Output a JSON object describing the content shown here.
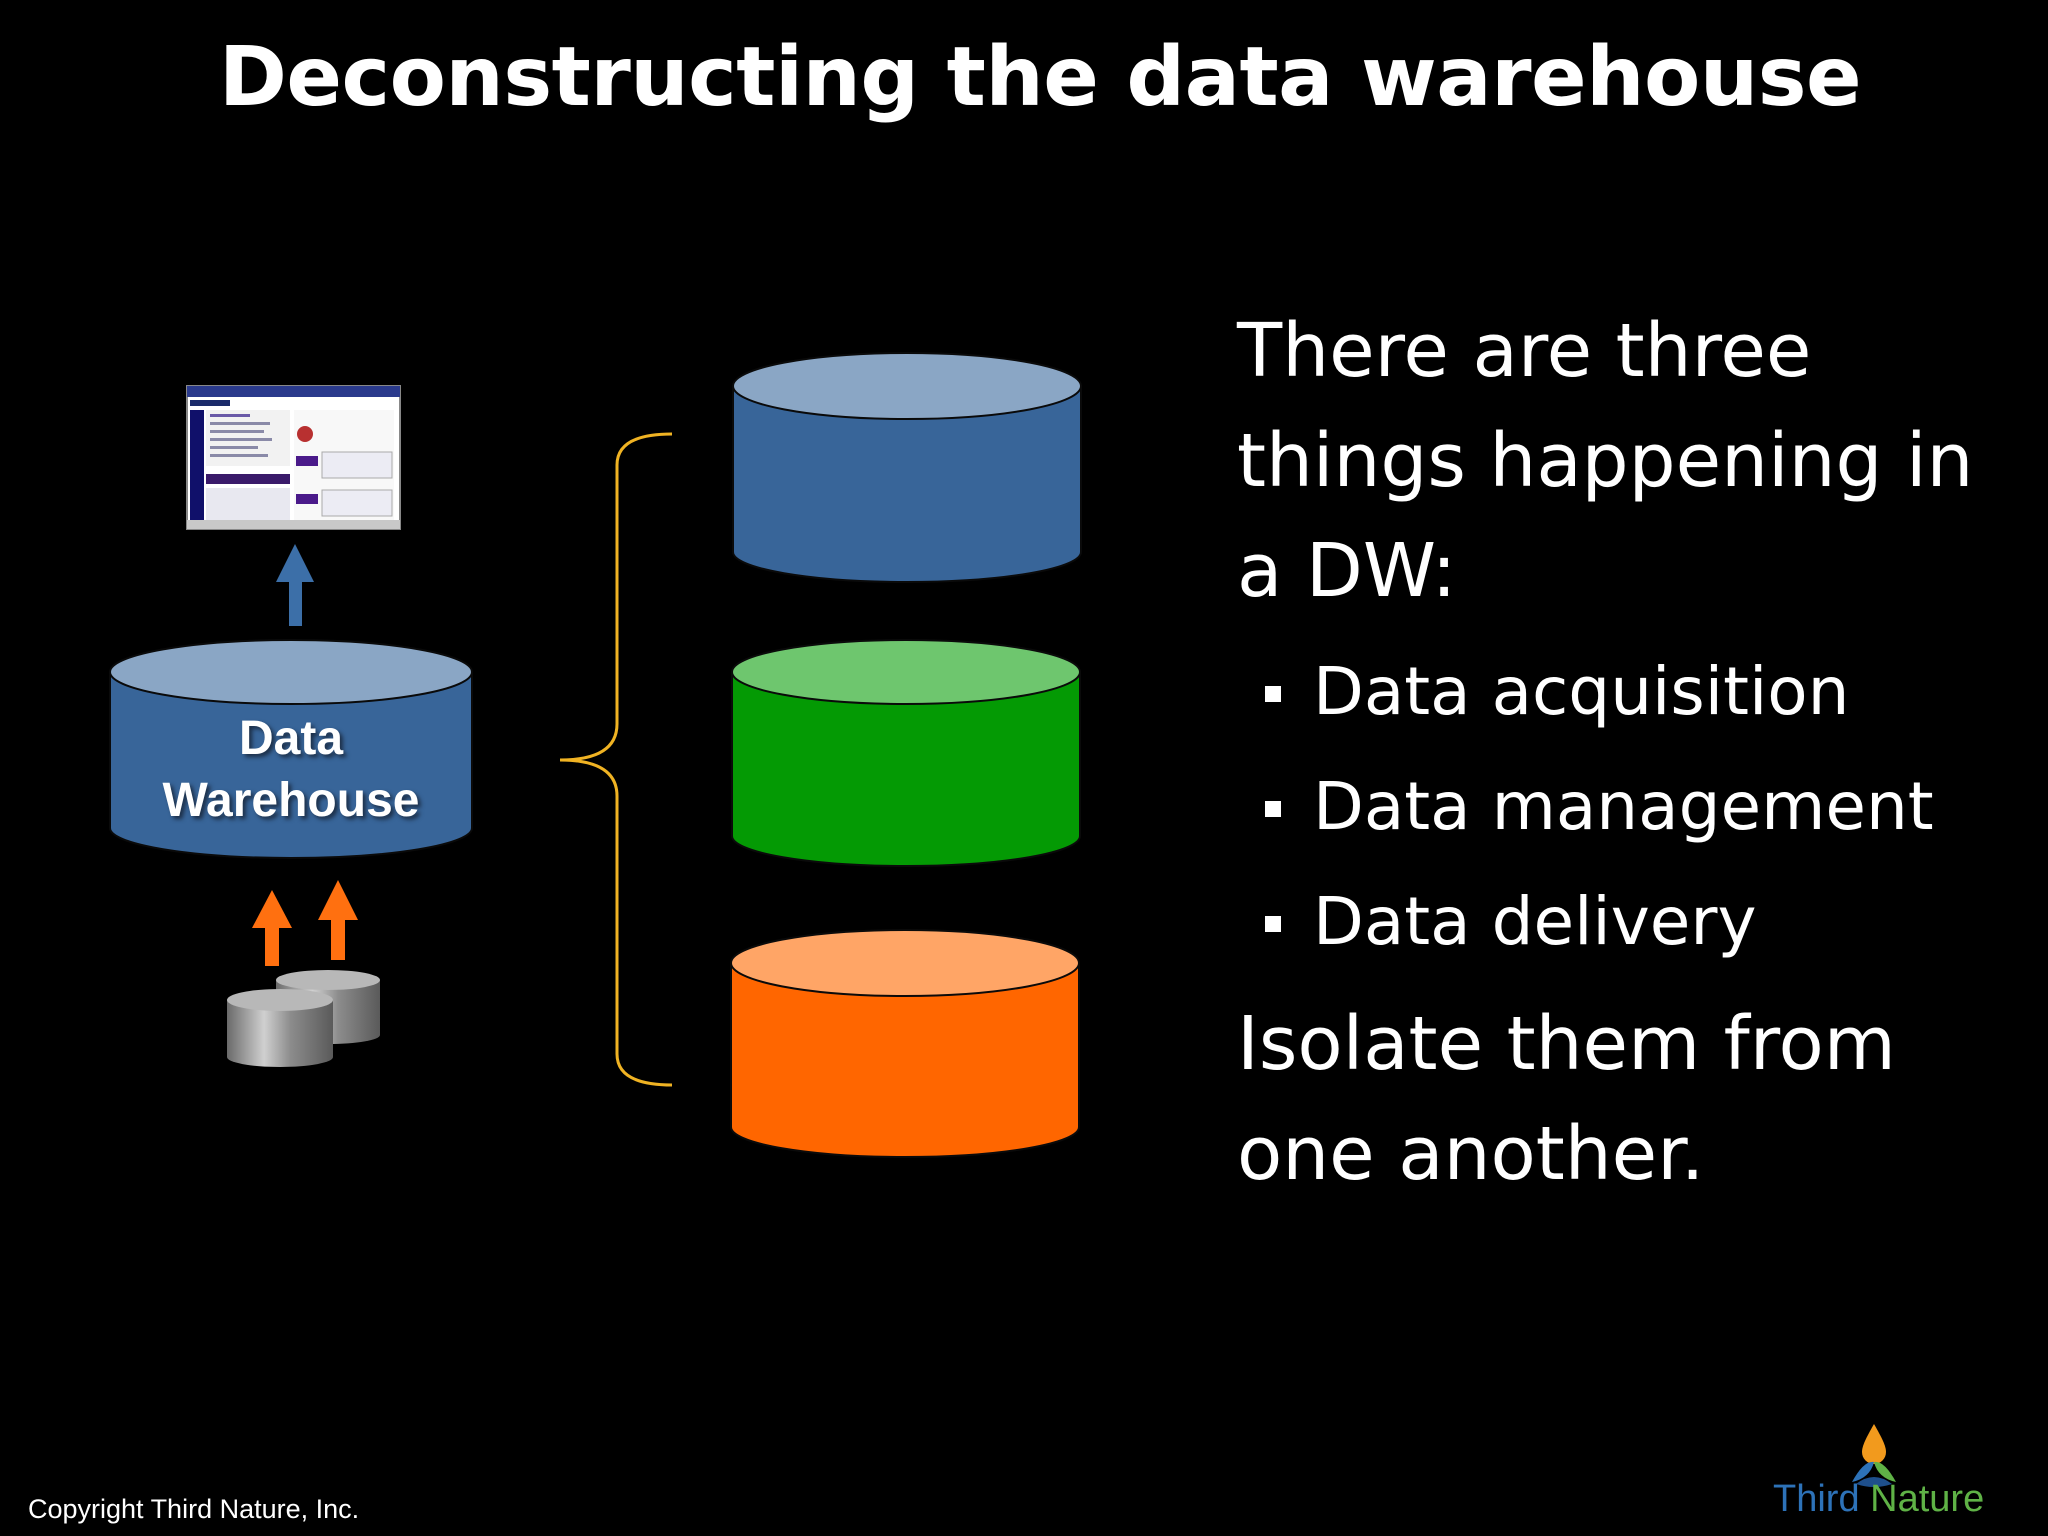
{
  "slide": {
    "title": "Deconstructing the data warehouse",
    "diagram": {
      "warehouse_label_line1": "Data",
      "warehouse_label_line2": "Warehouse",
      "colors": {
        "warehouse_body": "#386599",
        "warehouse_top": "#8aa6c5",
        "acquisition_body": "#386599",
        "acquisition_top": "#8aa6c5",
        "management_body": "#049a04",
        "management_top": "#6ec66e",
        "delivery_body": "#ff6600",
        "delivery_top": "#ffa566",
        "brace": "#f0b323",
        "arrow_up_blue": "#3c6fa8",
        "arrow_source_orange": "#ff7010",
        "source_disks": "#9a9a9a"
      }
    },
    "text_panel": {
      "intro": "There are three things happening in a DW:",
      "bullets": [
        "Data acquisition",
        "Data management",
        "Data delivery"
      ],
      "conclusion": "Isolate them from one another."
    },
    "footer": {
      "copyright": "Copyright Third Nature, Inc.",
      "logo_word1": "Third",
      "logo_word2": "Nature"
    }
  }
}
